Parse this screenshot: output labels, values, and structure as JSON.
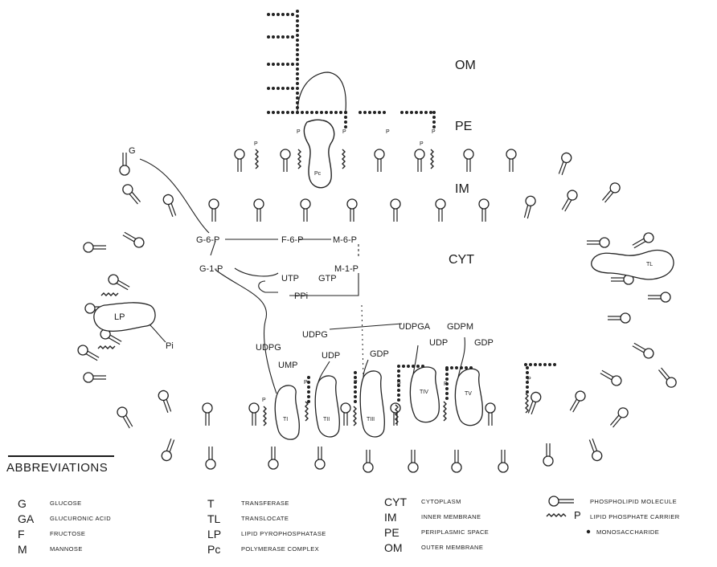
{
  "regions": {
    "om": "OM",
    "pe": "PE",
    "im": "IM",
    "cyt": "CYT"
  },
  "metabolites": {
    "g": "G",
    "g6p": "G-6-P",
    "f6p": "F-6-P",
    "m6p": "M-6-P",
    "g1p": "G-1-P",
    "m1p": "M-1-P",
    "utp": "UTP",
    "gtp": "GTP",
    "ppi": "PPi",
    "udpg_left": "UDPG",
    "udpg_mid": "UDPG",
    "udpga": "UDPGA",
    "gdpm": "GDPM",
    "ump": "UMP",
    "udp_1": "UDP",
    "gdp_1": "GDP",
    "udp_2": "UDP",
    "gdp_2": "GDP",
    "pi": "Pi",
    "p": "P"
  },
  "enzymes": {
    "pc": "Pc",
    "tl": "TL",
    "lp": "LP",
    "ti": "TI",
    "tii": "TII",
    "tiii": "TIII",
    "tiv": "TIV",
    "tv": "TV"
  },
  "abbreviations": {
    "title": "ABBREVIATIONS",
    "col1": [
      {
        "code": "G",
        "desc": "GLUCOSE"
      },
      {
        "code": "GA",
        "desc": "GLUCURONIC ACID"
      },
      {
        "code": "F",
        "desc": "FRUCTOSE"
      },
      {
        "code": "M",
        "desc": "MANNOSE"
      }
    ],
    "col2": [
      {
        "code": "T",
        "desc": "TRANSFERASE"
      },
      {
        "code": "TL",
        "desc": "TRANSLOCATE"
      },
      {
        "code": "LP",
        "desc": "LIPID PYROPHOSPHATASE"
      },
      {
        "code": "Pc",
        "desc": "POLYMERASE COMPLEX"
      }
    ],
    "col3": [
      {
        "code": "CYT",
        "desc": "CYTOPLASM"
      },
      {
        "code": "IM",
        "desc": "INNER MEMBRANE"
      },
      {
        "code": "PE",
        "desc": "PERIPLASMIC SPACE"
      },
      {
        "code": "OM",
        "desc": "OUTER MEMBRANE"
      }
    ],
    "col4": [
      {
        "symbol": "phospholipid-icon",
        "desc": "PHOSPHOLIPID MOLECULE"
      },
      {
        "symbol": "lipid-carrier-icon",
        "code": "P",
        "desc": "LIPID PHOSPHATE CARRIER"
      },
      {
        "symbol": "monosaccharide-dot-icon",
        "desc": "MONOSACCHARIDE"
      }
    ]
  }
}
